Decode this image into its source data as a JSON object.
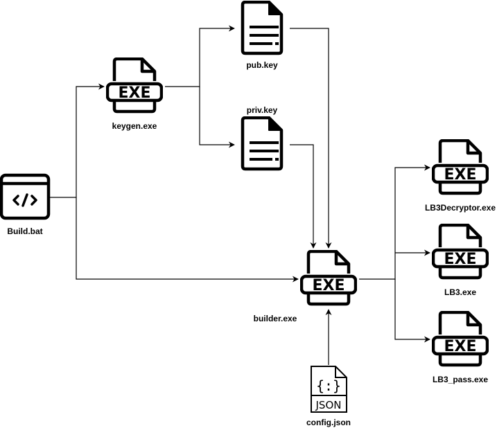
{
  "diagram": {
    "type": "build-flow",
    "colors": {
      "stroke": "#000000",
      "background": "#ffffff"
    },
    "nodes": {
      "build_bat": {
        "label": "Build.bat",
        "icon": "code-window-icon"
      },
      "keygen": {
        "label": "keygen.exe",
        "icon": "exe-file-icon",
        "badge": "EXE"
      },
      "pub_key": {
        "label": "pub.key",
        "icon": "document-icon"
      },
      "priv_key": {
        "label": "priv.key",
        "icon": "document-icon"
      },
      "builder": {
        "label": "builder.exe",
        "icon": "exe-file-icon",
        "badge": "EXE"
      },
      "config": {
        "label": "config.json",
        "icon": "json-file-icon",
        "badge": "JSON",
        "glyph": "{:}"
      },
      "lb3decryptor": {
        "label": "LB3Decryptor.exe",
        "icon": "exe-file-icon",
        "badge": "EXE"
      },
      "lb3": {
        "label": "LB3.exe",
        "icon": "exe-file-icon",
        "badge": "EXE"
      },
      "lb3_pass": {
        "label": "LB3_pass.exe",
        "icon": "exe-file-icon",
        "badge": "EXE"
      }
    },
    "edges": [
      {
        "from": "Build.bat",
        "to": "keygen.exe"
      },
      {
        "from": "Build.bat",
        "to": "builder.exe"
      },
      {
        "from": "keygen.exe",
        "to": "pub.key"
      },
      {
        "from": "keygen.exe",
        "to": "priv.key"
      },
      {
        "from": "pub.key",
        "to": "builder.exe"
      },
      {
        "from": "priv.key",
        "to": "builder.exe"
      },
      {
        "from": "config.json",
        "to": "builder.exe"
      },
      {
        "from": "builder.exe",
        "to": "LB3Decryptor.exe"
      },
      {
        "from": "builder.exe",
        "to": "LB3.exe"
      },
      {
        "from": "builder.exe",
        "to": "LB3_pass.exe"
      }
    ]
  }
}
